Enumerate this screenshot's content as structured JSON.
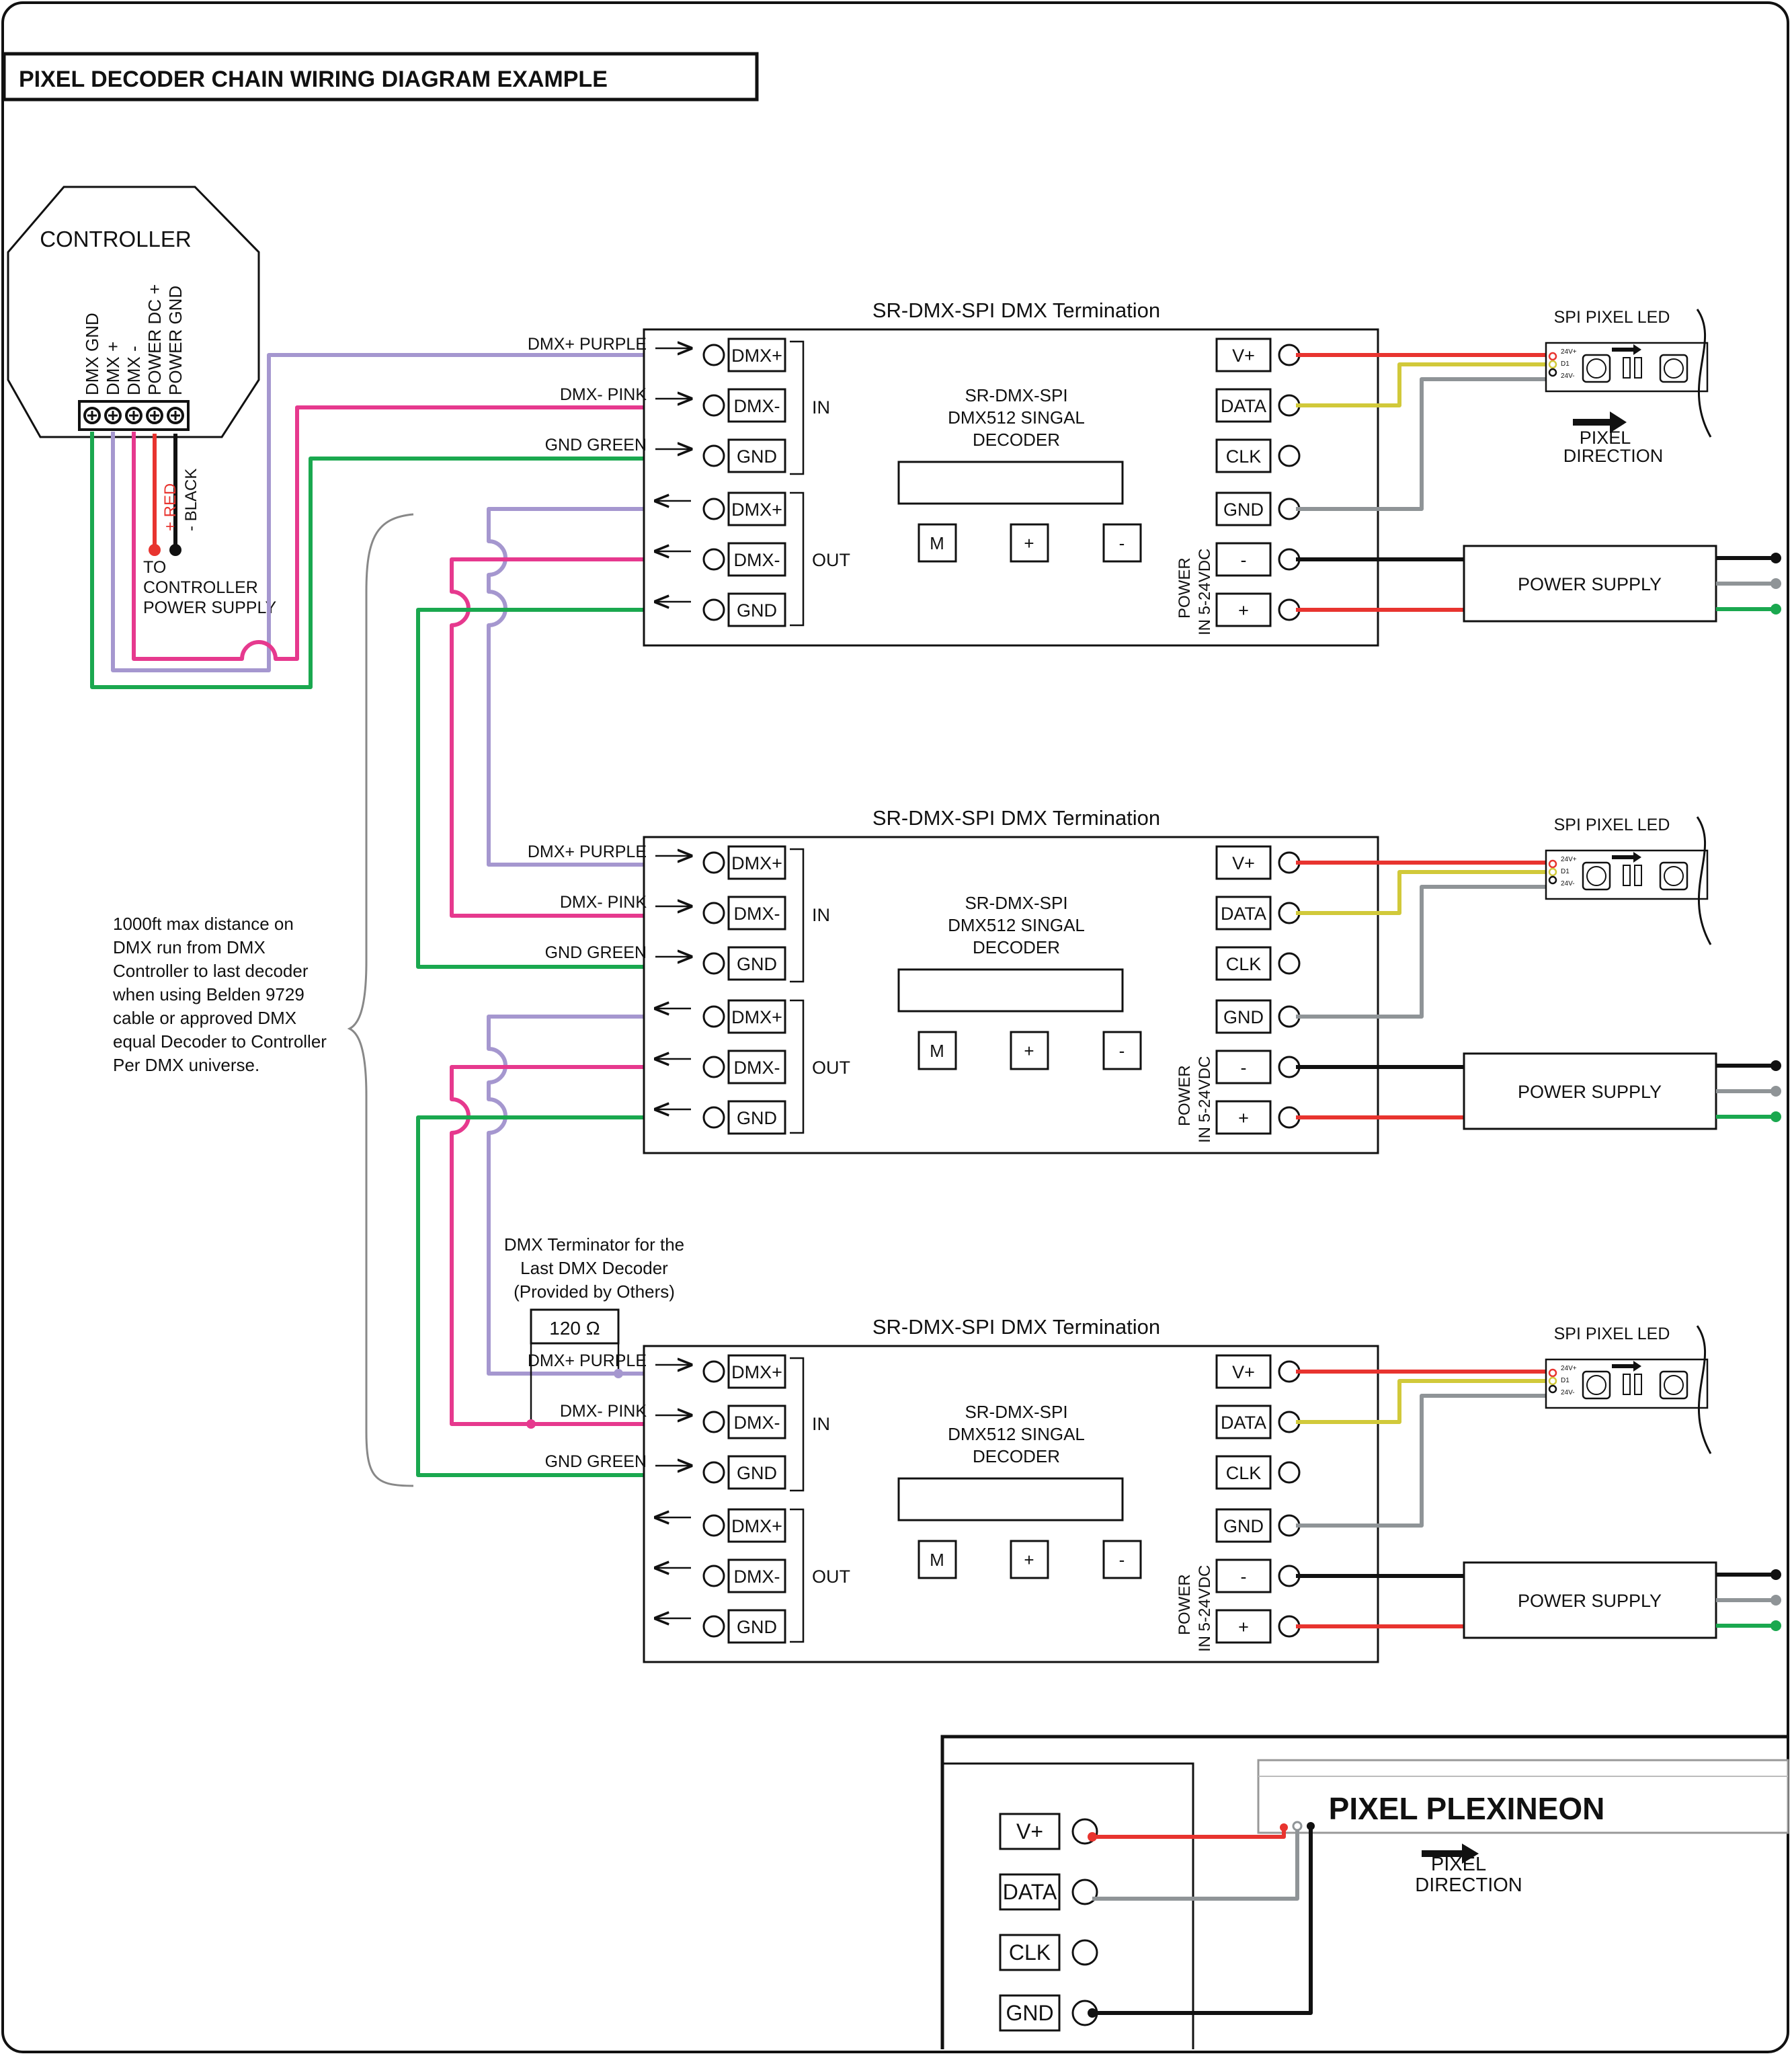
{
  "title": "PIXEL DECODER CHAIN WIRING DIAGRAM EXAMPLE",
  "controller": {
    "label": "CONTROLLER",
    "terminals": [
      "DMX GND",
      "DMX +",
      "DMX -",
      "POWER DC +",
      "POWER GND"
    ],
    "power_red": "+ RED",
    "power_black": "- BLACK",
    "supply_note": [
      "TO",
      "CONTROLLER",
      "POWER SUPPLY"
    ]
  },
  "decoder": {
    "heading": "SR-DMX-SPI DMX Termination",
    "name_lines": [
      "SR-DMX-SPI",
      "DMX512 SINGAL",
      "DECODER"
    ],
    "in_label": "IN",
    "out_label": "OUT",
    "dmx_terminals": [
      "DMX+",
      "DMX-",
      "GND"
    ],
    "output_terminals": [
      "V+",
      "DATA",
      "CLK",
      "GND"
    ],
    "power_terminals": [
      "-",
      "+"
    ],
    "power_label": [
      "POWER",
      "IN 5-24VDC"
    ],
    "buttons": [
      "M",
      "+",
      "-"
    ]
  },
  "wire_labels": [
    "DMX+ PURPLE",
    "DMX- PINK",
    "GND GREEN"
  ],
  "power_supply_label": "POWER SUPPLY",
  "led": {
    "title": "SPI PIXEL LED",
    "direction": [
      "PIXEL",
      "DIRECTION"
    ],
    "pad_labels": [
      "24V+",
      "D1",
      "24V-"
    ]
  },
  "distance_note": [
    "1000ft max distance on",
    "DMX run from DMX",
    "Controller to last decoder",
    "when using Belden 9729",
    "cable or approved DMX",
    "equal Decoder to Controller",
    "Per DMX universe."
  ],
  "terminator": {
    "note": [
      "DMX Terminator for the",
      "Last DMX Decoder",
      "(Provided by Others)"
    ],
    "value": "120 Ω"
  },
  "plexineon": {
    "title": "PIXEL PLEXINEON",
    "direction": [
      "PIXEL",
      "DIRECTION"
    ],
    "terminals": [
      "V+",
      "DATA",
      "CLK",
      "GND"
    ]
  },
  "colors": {
    "purple": "#a597cf",
    "pink": "#e6398e",
    "green": "#1aa84f",
    "red": "#e8342f",
    "yellow": "#d1c93a",
    "grey": "#8f9497",
    "black": "#111111"
  }
}
